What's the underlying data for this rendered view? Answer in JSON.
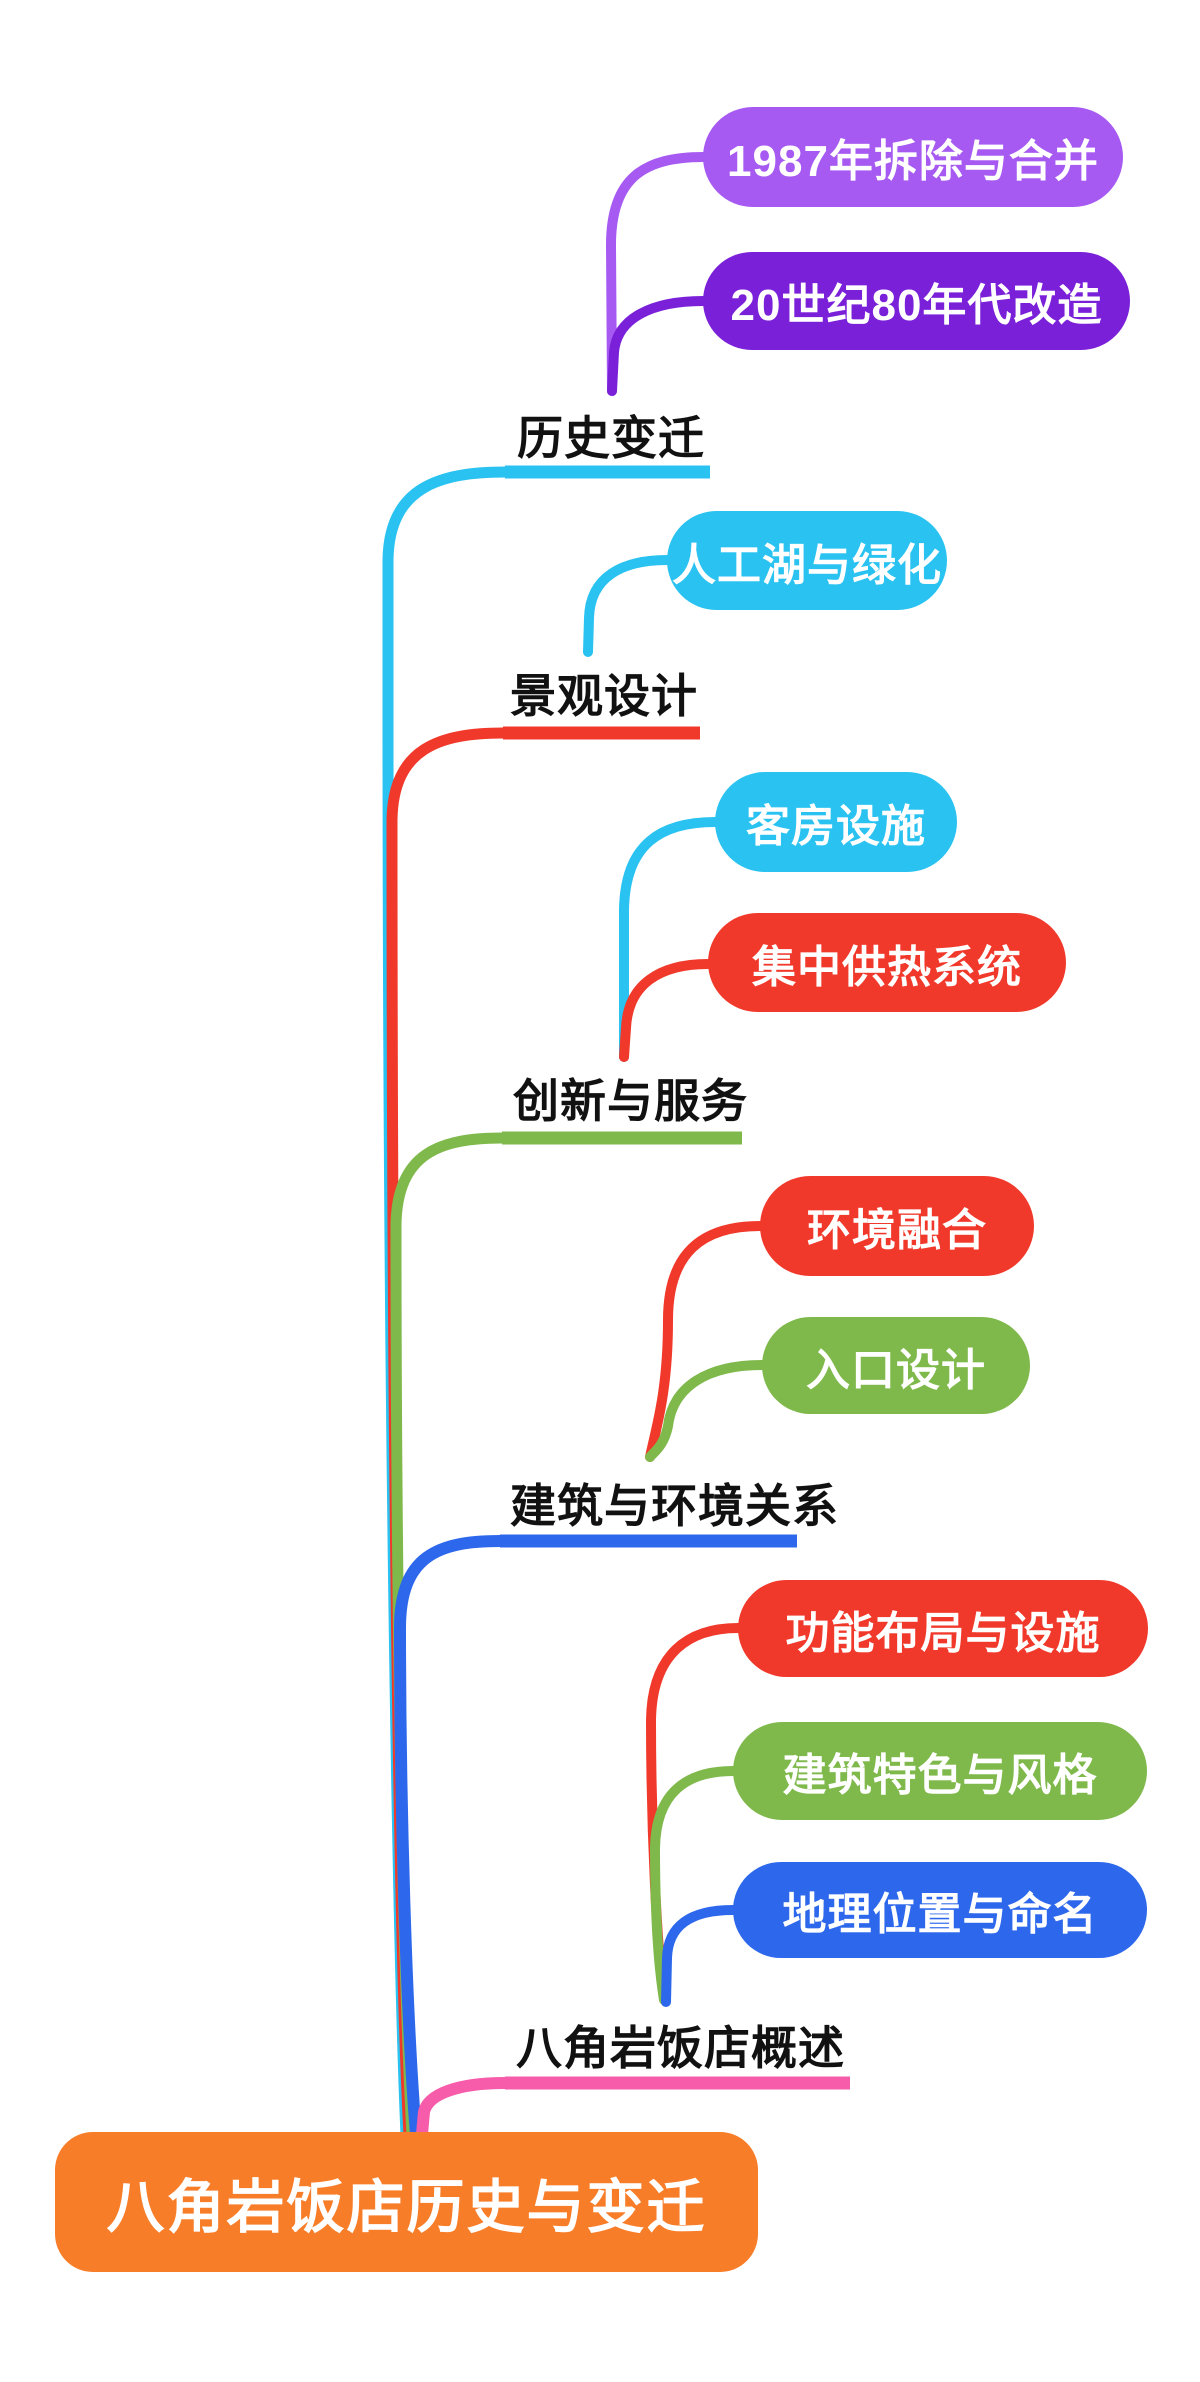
{
  "title": "八角岩饭店历史与变迁",
  "colors": {
    "root_orange": "#f87d28",
    "cyan": "#29c2f1",
    "red": "#f1392b",
    "green": "#7fb94b",
    "blue": "#2d68ec",
    "pink": "#f65ca9",
    "purple_light": "#a65af2",
    "purple_dark": "#7b20d9",
    "label_text": "#111111",
    "pill_text": "#ffffff",
    "background": "#ffffff"
  },
  "root": {
    "label": "八角岩饭店历史与变迁",
    "color": "#f87d28"
  },
  "branches": [
    {
      "label": "历史变迁",
      "color": "#29c2f1",
      "children": [
        {
          "label": "1987年拆除与合并",
          "color": "#a65af2"
        },
        {
          "label": "20世纪80年代改造",
          "color": "#7b20d9"
        }
      ]
    },
    {
      "label": "景观设计",
      "color": "#f1392b",
      "children": [
        {
          "label": "人工湖与绿化",
          "color": "#29c2f1"
        }
      ]
    },
    {
      "label": "创新与服务",
      "color": "#7fb94b",
      "children": [
        {
          "label": "客房设施",
          "color": "#29c2f1"
        },
        {
          "label": "集中供热系统",
          "color": "#f1392b"
        }
      ]
    },
    {
      "label": "建筑与环境关系",
      "color": "#2d68ec",
      "children": [
        {
          "label": "环境融合",
          "color": "#f1392b"
        },
        {
          "label": "入口设计",
          "color": "#7fb94b"
        }
      ]
    },
    {
      "label": "八角岩饭店概述",
      "color": "#f65ca9",
      "children": [
        {
          "label": "功能布局与设施",
          "color": "#f1392b"
        },
        {
          "label": "建筑特色与风格",
          "color": "#7fb94b"
        },
        {
          "label": "地理位置与命名",
          "color": "#2d68ec"
        }
      ]
    }
  ]
}
